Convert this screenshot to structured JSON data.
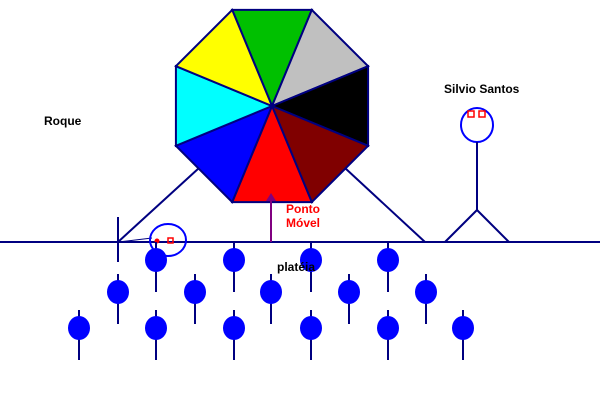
{
  "labels": {
    "roque": "Roque",
    "silvio": "Silvio Santos",
    "ponto_line1": "Ponto",
    "ponto_line2": "Móvel",
    "plateia": "platéia"
  },
  "wheel": {
    "sectors": [
      "#00c000",
      "#c0c0c0",
      "#000000",
      "#800000",
      "#ff0000",
      "#0000ff",
      "#00ffff",
      "#ffff00"
    ]
  },
  "colors": {
    "stroke": "#000080",
    "audience": "#0000ff",
    "pointer": "#800080",
    "accent": "#ff0000"
  }
}
